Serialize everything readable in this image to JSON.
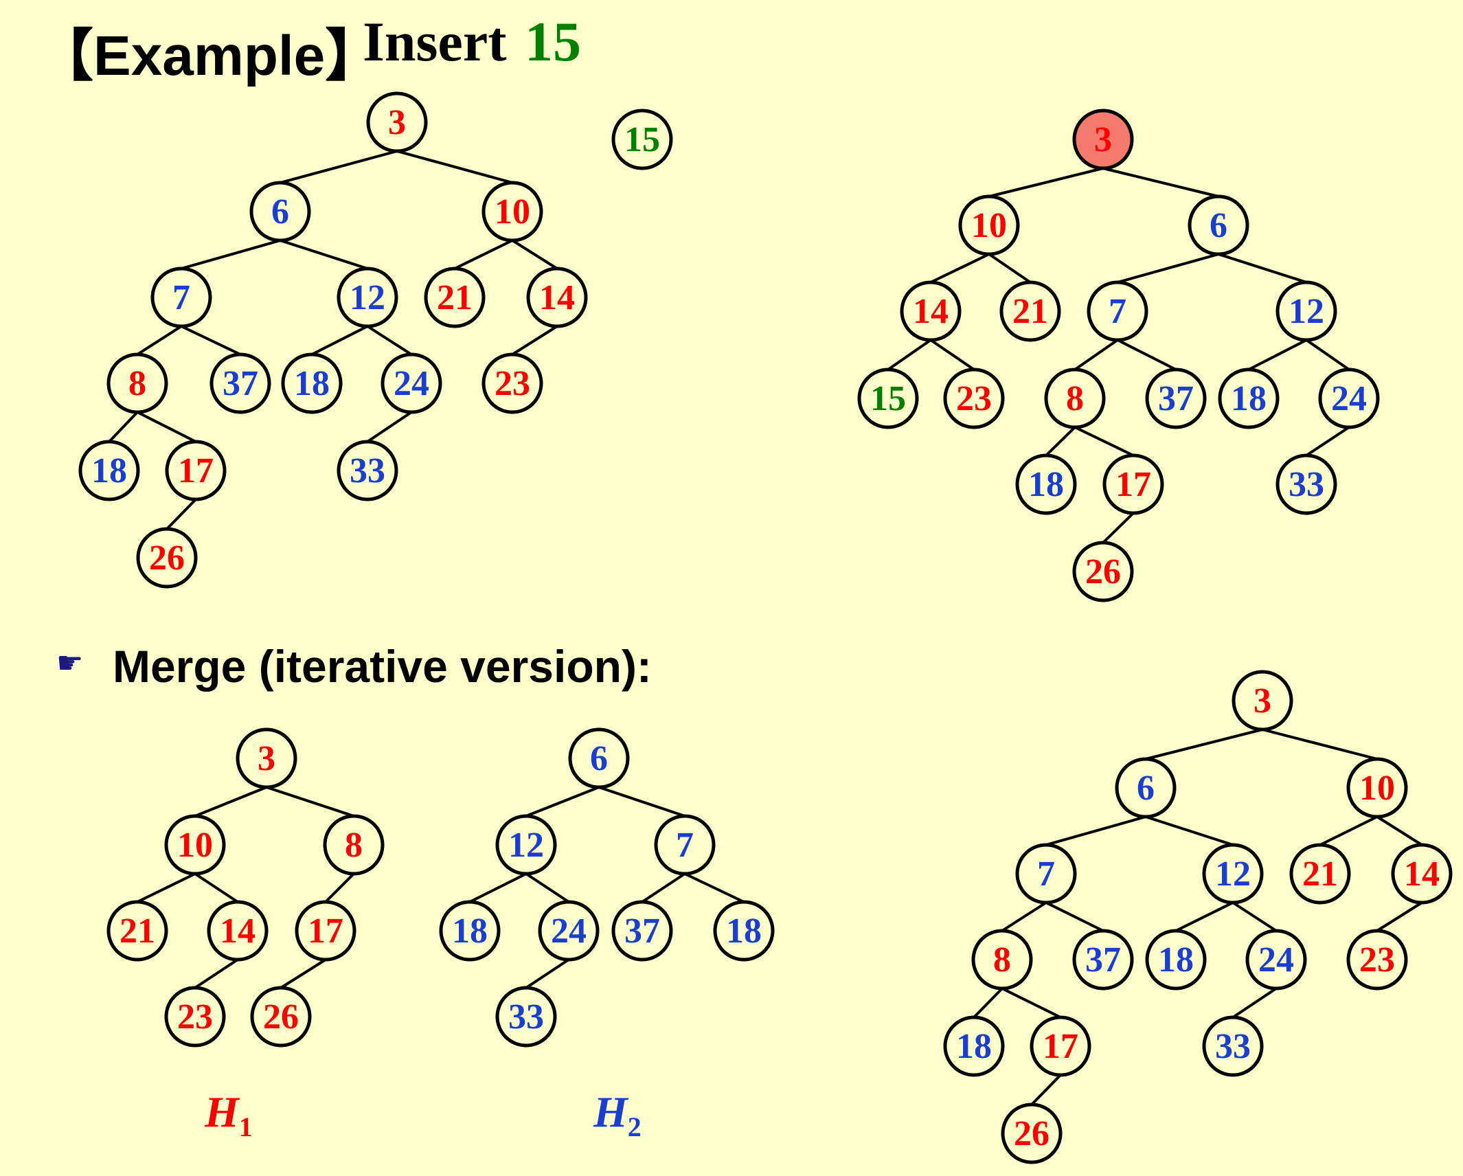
{
  "title": {
    "bracket": "【Example】",
    "action": "Insert",
    "number": "15"
  },
  "merge_heading": {
    "icon": "pointing-hand-icon",
    "text": "Merge (iterative version):"
  },
  "h1_label": {
    "letter": "H",
    "sub": "1"
  },
  "h2_label": {
    "letter": "H",
    "sub": "2"
  },
  "colors": {
    "red": "#FF0000",
    "blue": "#1A3FD0",
    "green": "#008000",
    "background": "#FFFFCC",
    "highlight": "#F47A6E"
  },
  "trees": [
    {
      "id": "heap-before-insert",
      "nodes": [
        {
          "id": "a3",
          "label": "3",
          "color": "red"
        },
        {
          "id": "a6",
          "label": "6",
          "color": "blue"
        },
        {
          "id": "a10",
          "label": "10",
          "color": "red"
        },
        {
          "id": "a7",
          "label": "7",
          "color": "blue"
        },
        {
          "id": "a12",
          "label": "12",
          "color": "blue"
        },
        {
          "id": "a21",
          "label": "21",
          "color": "red"
        },
        {
          "id": "a14",
          "label": "14",
          "color": "red"
        },
        {
          "id": "a8",
          "label": "8",
          "color": "red"
        },
        {
          "id": "a37",
          "label": "37",
          "color": "blue"
        },
        {
          "id": "a18b",
          "label": "18",
          "color": "blue"
        },
        {
          "id": "a24",
          "label": "24",
          "color": "blue"
        },
        {
          "id": "a23",
          "label": "23",
          "color": "red"
        },
        {
          "id": "a18a",
          "label": "18",
          "color": "blue"
        },
        {
          "id": "a17",
          "label": "17",
          "color": "red"
        },
        {
          "id": "a33",
          "label": "33",
          "color": "blue"
        },
        {
          "id": "a26",
          "label": "26",
          "color": "red"
        }
      ],
      "edges": [
        [
          "a3",
          "a6"
        ],
        [
          "a3",
          "a10"
        ],
        [
          "a6",
          "a7"
        ],
        [
          "a6",
          "a12"
        ],
        [
          "a10",
          "a21"
        ],
        [
          "a10",
          "a14"
        ],
        [
          "a7",
          "a8"
        ],
        [
          "a7",
          "a37"
        ],
        [
          "a12",
          "a18b"
        ],
        [
          "a12",
          "a24"
        ],
        [
          "a14",
          "a23"
        ],
        [
          "a8",
          "a18a"
        ],
        [
          "a8",
          "a17"
        ],
        [
          "a24",
          "a33"
        ],
        [
          "a17",
          "a26"
        ]
      ]
    },
    {
      "id": "inserted-node",
      "nodes": [
        {
          "id": "n15",
          "label": "15",
          "color": "green"
        }
      ],
      "edges": []
    },
    {
      "id": "heap-after-insert",
      "nodes": [
        {
          "id": "b3",
          "label": "3",
          "color": "red",
          "highlight": true
        },
        {
          "id": "b10",
          "label": "10",
          "color": "red"
        },
        {
          "id": "b6",
          "label": "6",
          "color": "blue"
        },
        {
          "id": "b14",
          "label": "14",
          "color": "red"
        },
        {
          "id": "b21",
          "label": "21",
          "color": "red"
        },
        {
          "id": "b7",
          "label": "7",
          "color": "blue"
        },
        {
          "id": "b12",
          "label": "12",
          "color": "blue"
        },
        {
          "id": "b15",
          "label": "15",
          "color": "green"
        },
        {
          "id": "b23",
          "label": "23",
          "color": "red"
        },
        {
          "id": "b8",
          "label": "8",
          "color": "red"
        },
        {
          "id": "b37",
          "label": "37",
          "color": "blue"
        },
        {
          "id": "b18b",
          "label": "18",
          "color": "blue"
        },
        {
          "id": "b24",
          "label": "24",
          "color": "blue"
        },
        {
          "id": "b18a",
          "label": "18",
          "color": "blue"
        },
        {
          "id": "b17",
          "label": "17",
          "color": "red"
        },
        {
          "id": "b33",
          "label": "33",
          "color": "blue"
        },
        {
          "id": "b26",
          "label": "26",
          "color": "red"
        }
      ],
      "edges": [
        [
          "b3",
          "b10"
        ],
        [
          "b3",
          "b6"
        ],
        [
          "b10",
          "b14"
        ],
        [
          "b10",
          "b21"
        ],
        [
          "b6",
          "b7"
        ],
        [
          "b6",
          "b12"
        ],
        [
          "b14",
          "b15"
        ],
        [
          "b14",
          "b23"
        ],
        [
          "b7",
          "b8"
        ],
        [
          "b7",
          "b37"
        ],
        [
          "b12",
          "b18b"
        ],
        [
          "b12",
          "b24"
        ],
        [
          "b8",
          "b18a"
        ],
        [
          "b8",
          "b17"
        ],
        [
          "b24",
          "b33"
        ],
        [
          "b17",
          "b26"
        ]
      ]
    },
    {
      "id": "heap-h1",
      "nodes": [
        {
          "id": "c3",
          "label": "3",
          "color": "red"
        },
        {
          "id": "c10",
          "label": "10",
          "color": "red"
        },
        {
          "id": "c8",
          "label": "8",
          "color": "red"
        },
        {
          "id": "c21",
          "label": "21",
          "color": "red"
        },
        {
          "id": "c14",
          "label": "14",
          "color": "red"
        },
        {
          "id": "c17",
          "label": "17",
          "color": "red"
        },
        {
          "id": "c23",
          "label": "23",
          "color": "red"
        },
        {
          "id": "c26",
          "label": "26",
          "color": "red"
        }
      ],
      "edges": [
        [
          "c3",
          "c10"
        ],
        [
          "c3",
          "c8"
        ],
        [
          "c10",
          "c21"
        ],
        [
          "c10",
          "c14"
        ],
        [
          "c8",
          "c17"
        ],
        [
          "c14",
          "c23"
        ],
        [
          "c17",
          "c26"
        ]
      ]
    },
    {
      "id": "heap-h2",
      "nodes": [
        {
          "id": "d6",
          "label": "6",
          "color": "blue"
        },
        {
          "id": "d12",
          "label": "12",
          "color": "blue"
        },
        {
          "id": "d7",
          "label": "7",
          "color": "blue"
        },
        {
          "id": "d18a",
          "label": "18",
          "color": "blue"
        },
        {
          "id": "d24",
          "label": "24",
          "color": "blue"
        },
        {
          "id": "d37",
          "label": "37",
          "color": "blue"
        },
        {
          "id": "d18b",
          "label": "18",
          "color": "blue"
        },
        {
          "id": "d33",
          "label": "33",
          "color": "blue"
        }
      ],
      "edges": [
        [
          "d6",
          "d12"
        ],
        [
          "d6",
          "d7"
        ],
        [
          "d12",
          "d18a"
        ],
        [
          "d12",
          "d24"
        ],
        [
          "d7",
          "d37"
        ],
        [
          "d7",
          "d18b"
        ],
        [
          "d24",
          "d33"
        ]
      ]
    },
    {
      "id": "heap-merged",
      "nodes": [
        {
          "id": "e3",
          "label": "3",
          "color": "red"
        },
        {
          "id": "e6",
          "label": "6",
          "color": "blue"
        },
        {
          "id": "e10",
          "label": "10",
          "color": "red"
        },
        {
          "id": "e7",
          "label": "7",
          "color": "blue"
        },
        {
          "id": "e12",
          "label": "12",
          "color": "blue"
        },
        {
          "id": "e21",
          "label": "21",
          "color": "red"
        },
        {
          "id": "e14",
          "label": "14",
          "color": "red"
        },
        {
          "id": "e8",
          "label": "8",
          "color": "red"
        },
        {
          "id": "e37",
          "label": "37",
          "color": "blue"
        },
        {
          "id": "e18b",
          "label": "18",
          "color": "blue"
        },
        {
          "id": "e24",
          "label": "24",
          "color": "blue"
        },
        {
          "id": "e23",
          "label": "23",
          "color": "red"
        },
        {
          "id": "e18a",
          "label": "18",
          "color": "blue"
        },
        {
          "id": "e17",
          "label": "17",
          "color": "red"
        },
        {
          "id": "e33",
          "label": "33",
          "color": "blue"
        },
        {
          "id": "e26",
          "label": "26",
          "color": "red"
        }
      ],
      "edges": [
        [
          "e3",
          "e6"
        ],
        [
          "e3",
          "e10"
        ],
        [
          "e6",
          "e7"
        ],
        [
          "e6",
          "e12"
        ],
        [
          "e10",
          "e21"
        ],
        [
          "e10",
          "e14"
        ],
        [
          "e7",
          "e8"
        ],
        [
          "e7",
          "e37"
        ],
        [
          "e12",
          "e18b"
        ],
        [
          "e12",
          "e24"
        ],
        [
          "e14",
          "e23"
        ],
        [
          "e8",
          "e18a"
        ],
        [
          "e8",
          "e17"
        ],
        [
          "e24",
          "e33"
        ],
        [
          "e17",
          "e26"
        ]
      ]
    }
  ]
}
